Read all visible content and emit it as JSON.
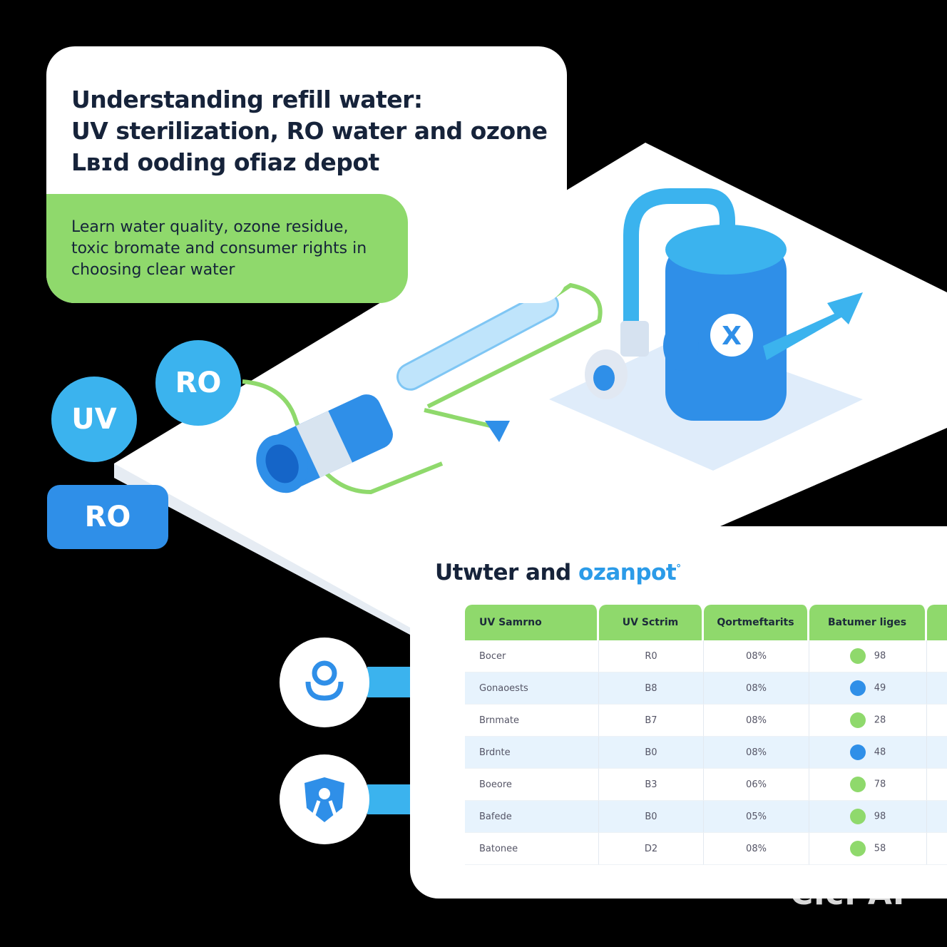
{
  "header": {
    "title_lines": [
      "Understanding refill water:",
      "UV sterilization, RO water and ozone",
      "Lʙɪd ooding ofiaz depot"
    ]
  },
  "subtitle": "Learn water quality, ozone residue, toxic bromate and consumer rights in choosing clear water",
  "labels": {
    "uv_circle": "UV",
    "ro_circle": "RO",
    "ro_button": "RO"
  },
  "table_card": {
    "title_part1": "Utwter and ",
    "title_part2": "ozanpot",
    "title_mark": "°"
  },
  "table": {
    "headers": [
      "UV Samrno",
      "UV Sctrim",
      "Qortmeftarits",
      "Batumer liges",
      ""
    ],
    "rows": [
      {
        "c1": "Bocer",
        "c2": "R0",
        "c3": "08%",
        "icon": "#8fd96c",
        "c4": "98"
      },
      {
        "c1": "Gonaoests",
        "c2": "B8",
        "c3": "08%",
        "icon": "#2f8fe8",
        "c4": "49"
      },
      {
        "c1": "Brnmate",
        "c2": "B7",
        "c3": "08%",
        "icon": "#8fd96c",
        "c4": "28"
      },
      {
        "c1": "Brdnte",
        "c2": "B0",
        "c3": "08%",
        "icon": "#2f8fe8",
        "c4": "48"
      },
      {
        "c1": "Boeore",
        "c2": "B3",
        "c3": "06%",
        "icon": "#8fd96c",
        "c4": "78"
      },
      {
        "c1": "Bafede",
        "c2": "B0",
        "c3": "05%",
        "icon": "#8fd96c",
        "c4": "98"
      },
      {
        "c1": "Batonee",
        "c2": "D2",
        "c3": "08%",
        "icon": "#8fd96c",
        "c4": "58"
      }
    ]
  },
  "watermark": "Cici AI",
  "colors": {
    "green": "#8fd96c",
    "blue": "#2f8fe8",
    "light_blue": "#3bb3ee",
    "dark_text": "#16233a"
  }
}
